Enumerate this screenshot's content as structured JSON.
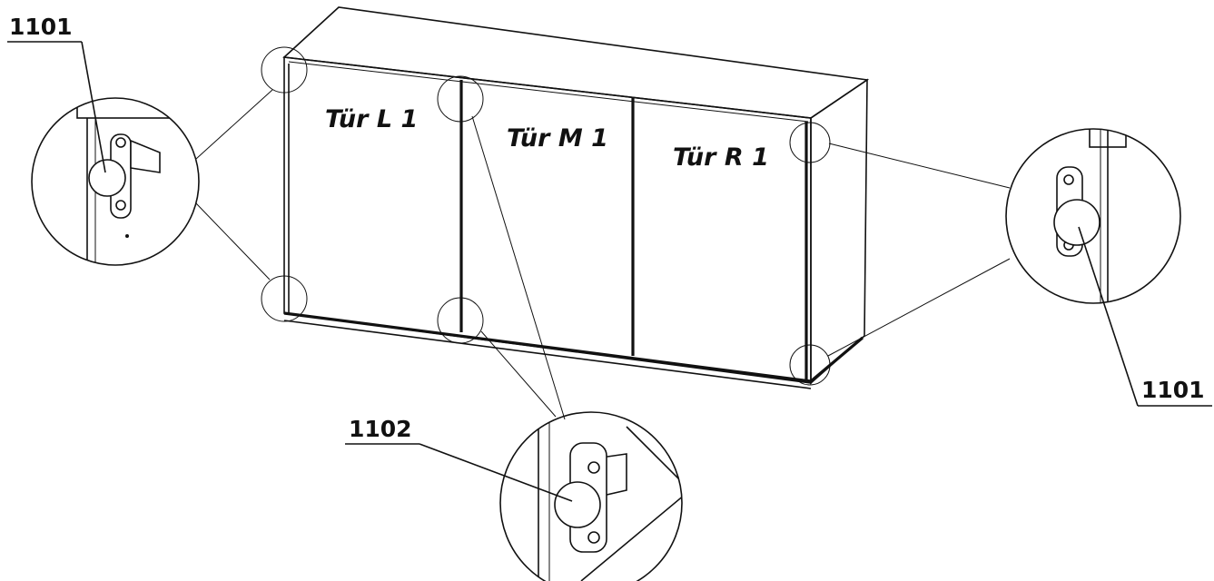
{
  "doors": {
    "left": "Tür L 1",
    "middle": "Tür M 1",
    "right": "Tür R 1"
  },
  "callouts": {
    "top_left": "1101",
    "right": "1101",
    "bottom": "1102"
  }
}
